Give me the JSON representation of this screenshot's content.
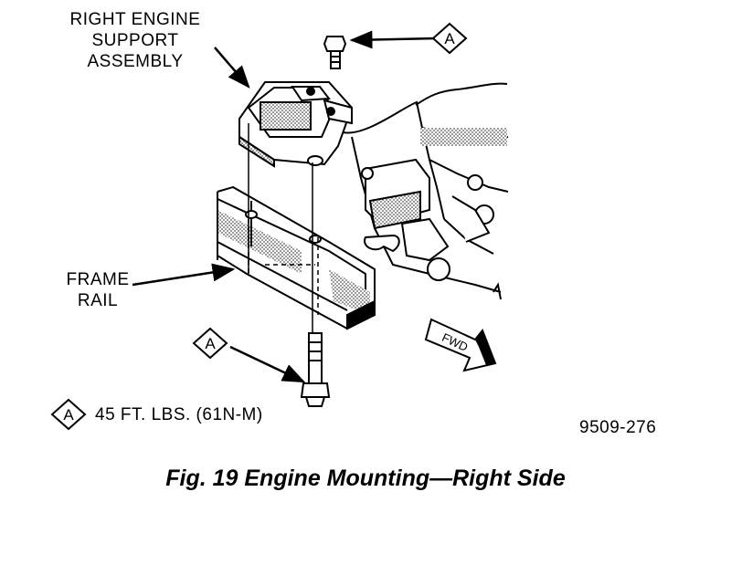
{
  "labels": {
    "engine_support": [
      "RIGHT ENGINE",
      "SUPPORT",
      "ASSEMBLY"
    ],
    "frame_rail": [
      "FRAME",
      "RAIL"
    ],
    "torque_spec": "45 FT. LBS. (61N-M)",
    "part_number": "9509-276",
    "direction": "FWD",
    "callout_letter": "A"
  },
  "caption": "Fig. 19 Engine Mounting—Right Side",
  "colors": {
    "ink": "#000000",
    "paper": "#ffffff",
    "shade": "#9a9a9a"
  }
}
